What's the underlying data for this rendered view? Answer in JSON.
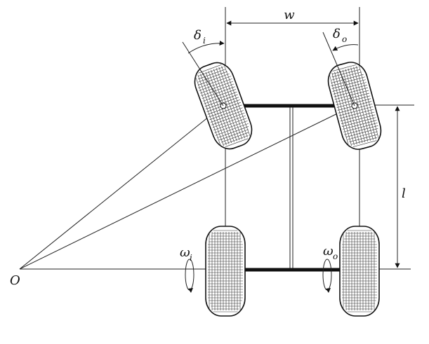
{
  "labels": {
    "track_width": "w",
    "wheelbase": "l",
    "center": "O",
    "delta_symbol": "δ",
    "delta_inner_sub": "i",
    "delta_outer_sub": "o",
    "omega_symbol": "ω",
    "omega_inner_sub": "i",
    "omega_outer_sub": "o"
  },
  "colors": {
    "ink": "#111111",
    "background": "#ffffff"
  }
}
